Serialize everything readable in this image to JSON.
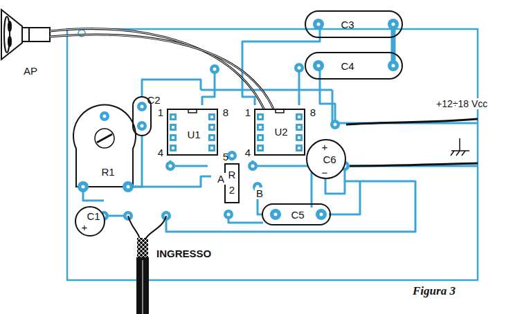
{
  "diagram": {
    "caption": "Figura 3",
    "nodes": [
      {
        "text": [
          "C3"
        ]
      },
      {
        "text": [
          "C4"
        ]
      },
      {
        "text": [
          "C2"
        ]
      },
      {
        "text": [
          "1",
          "8",
          "U1",
          "4",
          "5"
        ]
      },
      {
        "text": [
          "1",
          "8",
          "U2",
          "4"
        ]
      },
      {
        "text": [
          "R1"
        ]
      },
      {
        "text": [
          "+",
          "C6",
          "−"
        ]
      },
      {
        "text": [
          "R",
          "2"
        ]
      },
      {
        "text": [
          "C5"
        ]
      },
      {
        "text": [
          "C1",
          "+"
        ]
      }
    ],
    "edges": [
      {
        "from": 0,
        "to": 1,
        "arrow": "none"
      }
    ],
    "labels": [
      "AP",
      "+12÷18 Vcc",
      "A",
      "B",
      "INGRESSO"
    ]
  }
}
